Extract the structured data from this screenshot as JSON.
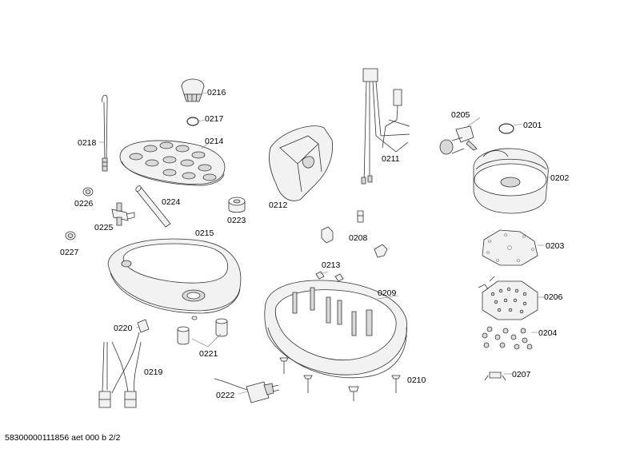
{
  "diagram": {
    "parts": [
      {
        "id": "p0201",
        "label": "0201"
      },
      {
        "id": "p0202",
        "label": "0202"
      },
      {
        "id": "p0203",
        "label": "0203"
      },
      {
        "id": "p0204",
        "label": "0204"
      },
      {
        "id": "p0205",
        "label": "0205"
      },
      {
        "id": "p0206",
        "label": "0206"
      },
      {
        "id": "p0207",
        "label": "0207"
      },
      {
        "id": "p0208",
        "label": "0208"
      },
      {
        "id": "p0209",
        "label": "0209"
      },
      {
        "id": "p0210",
        "label": "0210"
      },
      {
        "id": "p0211",
        "label": "0211"
      },
      {
        "id": "p0212",
        "label": "0212"
      },
      {
        "id": "p0213",
        "label": "0213"
      },
      {
        "id": "p0214",
        "label": "0214"
      },
      {
        "id": "p0215",
        "label": "0215"
      },
      {
        "id": "p0216",
        "label": "0216"
      },
      {
        "id": "p0217",
        "label": "0217"
      },
      {
        "id": "p0218",
        "label": "0218"
      },
      {
        "id": "p0219",
        "label": "0219"
      },
      {
        "id": "p0220",
        "label": "0220"
      },
      {
        "id": "p0221",
        "label": "0221"
      },
      {
        "id": "p0222",
        "label": "0222"
      },
      {
        "id": "p0223",
        "label": "0223"
      },
      {
        "id": "p0224",
        "label": "0224"
      },
      {
        "id": "p0225",
        "label": "0225"
      },
      {
        "id": "p0226",
        "label": "0226"
      },
      {
        "id": "p0227",
        "label": "0227"
      }
    ],
    "footer": "58300000111856 aet 000 b 2/2"
  }
}
